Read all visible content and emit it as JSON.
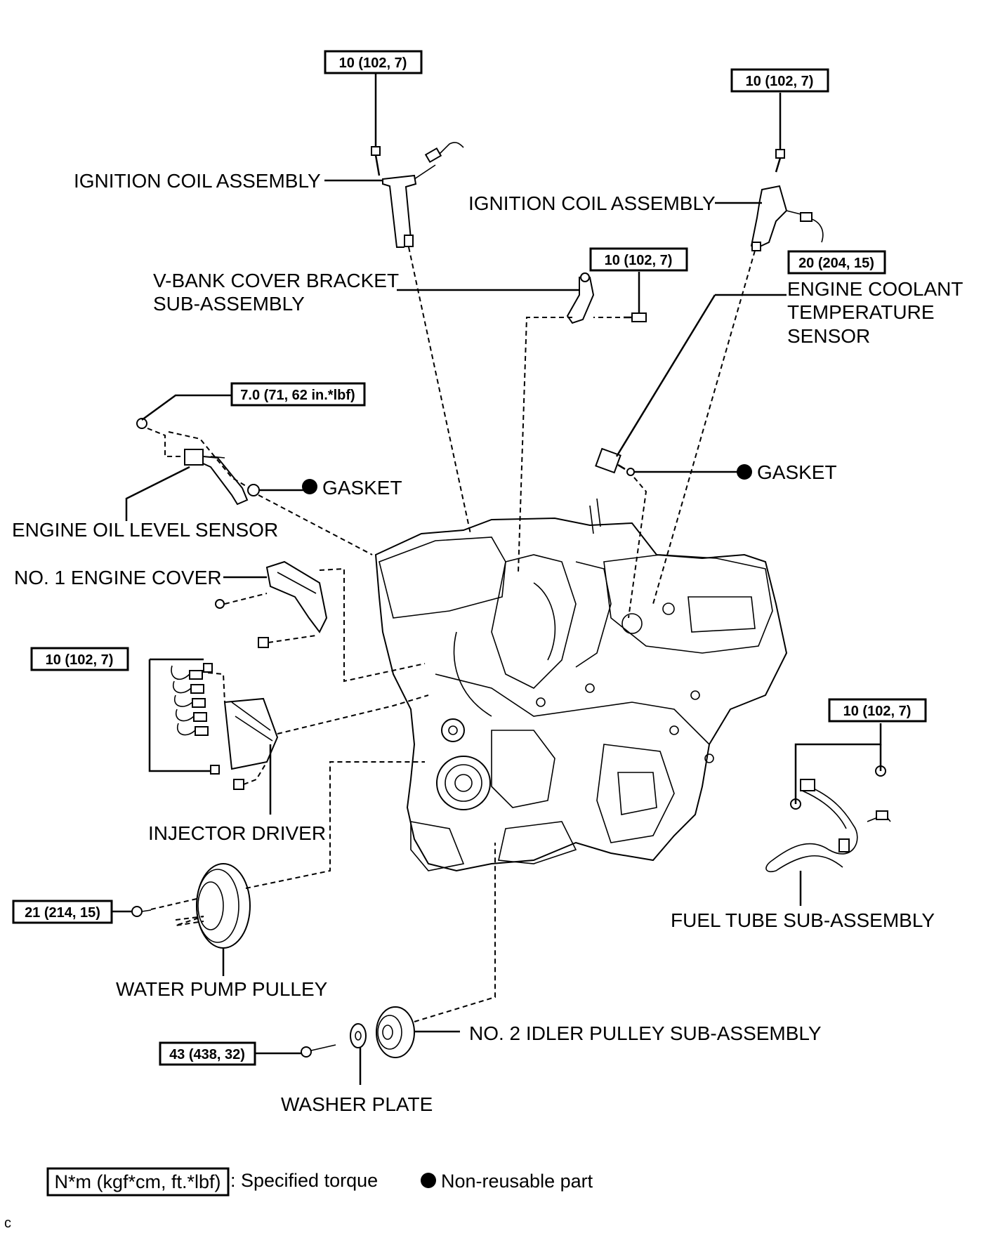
{
  "labels": {
    "ignition_coil_left": "IGNITION COIL ASSEMBLY",
    "ignition_coil_right": "IGNITION COIL ASSEMBLY",
    "vbank_line1": "V-BANK COVER BRACKET",
    "vbank_line2": "SUB-ASSEMBLY",
    "ect_line1": "ENGINE COOLANT",
    "ect_line2": "TEMPERATURE",
    "ect_line3": "SENSOR",
    "gasket_left": "GASKET",
    "gasket_right": "GASKET",
    "oil_level_sensor": "ENGINE OIL LEVEL SENSOR",
    "engine_cover": "NO. 1 ENGINE COVER",
    "injector_driver": "INJECTOR DRIVER",
    "fuel_tube": "FUEL TUBE SUB-ASSEMBLY",
    "water_pump_pulley": "WATER PUMP PULLEY",
    "idler_pulley": "NO. 2 IDLER PULLEY SUB-ASSEMBLY",
    "washer_plate": "WASHER PLATE"
  },
  "torque": {
    "coil_left": "10 (102, 7)",
    "coil_right": "10 (102, 7)",
    "vbank": "10 (102, 7)",
    "ect": "20 (204, 15)",
    "oil_sensor": "7.0 (71, 62 in.*lbf)",
    "injector": "10 (102, 7)",
    "fuel_tube": "10 (102, 7)",
    "water_pump": "21 (214, 15)",
    "idler": "43 (438, 32)"
  },
  "legend": {
    "torque_box": "N*m (kgf*cm, ft.*lbf)",
    "torque_text": ": Specified torque",
    "nonreusable_text": "Non-reusable part"
  },
  "corner_mark": "c"
}
